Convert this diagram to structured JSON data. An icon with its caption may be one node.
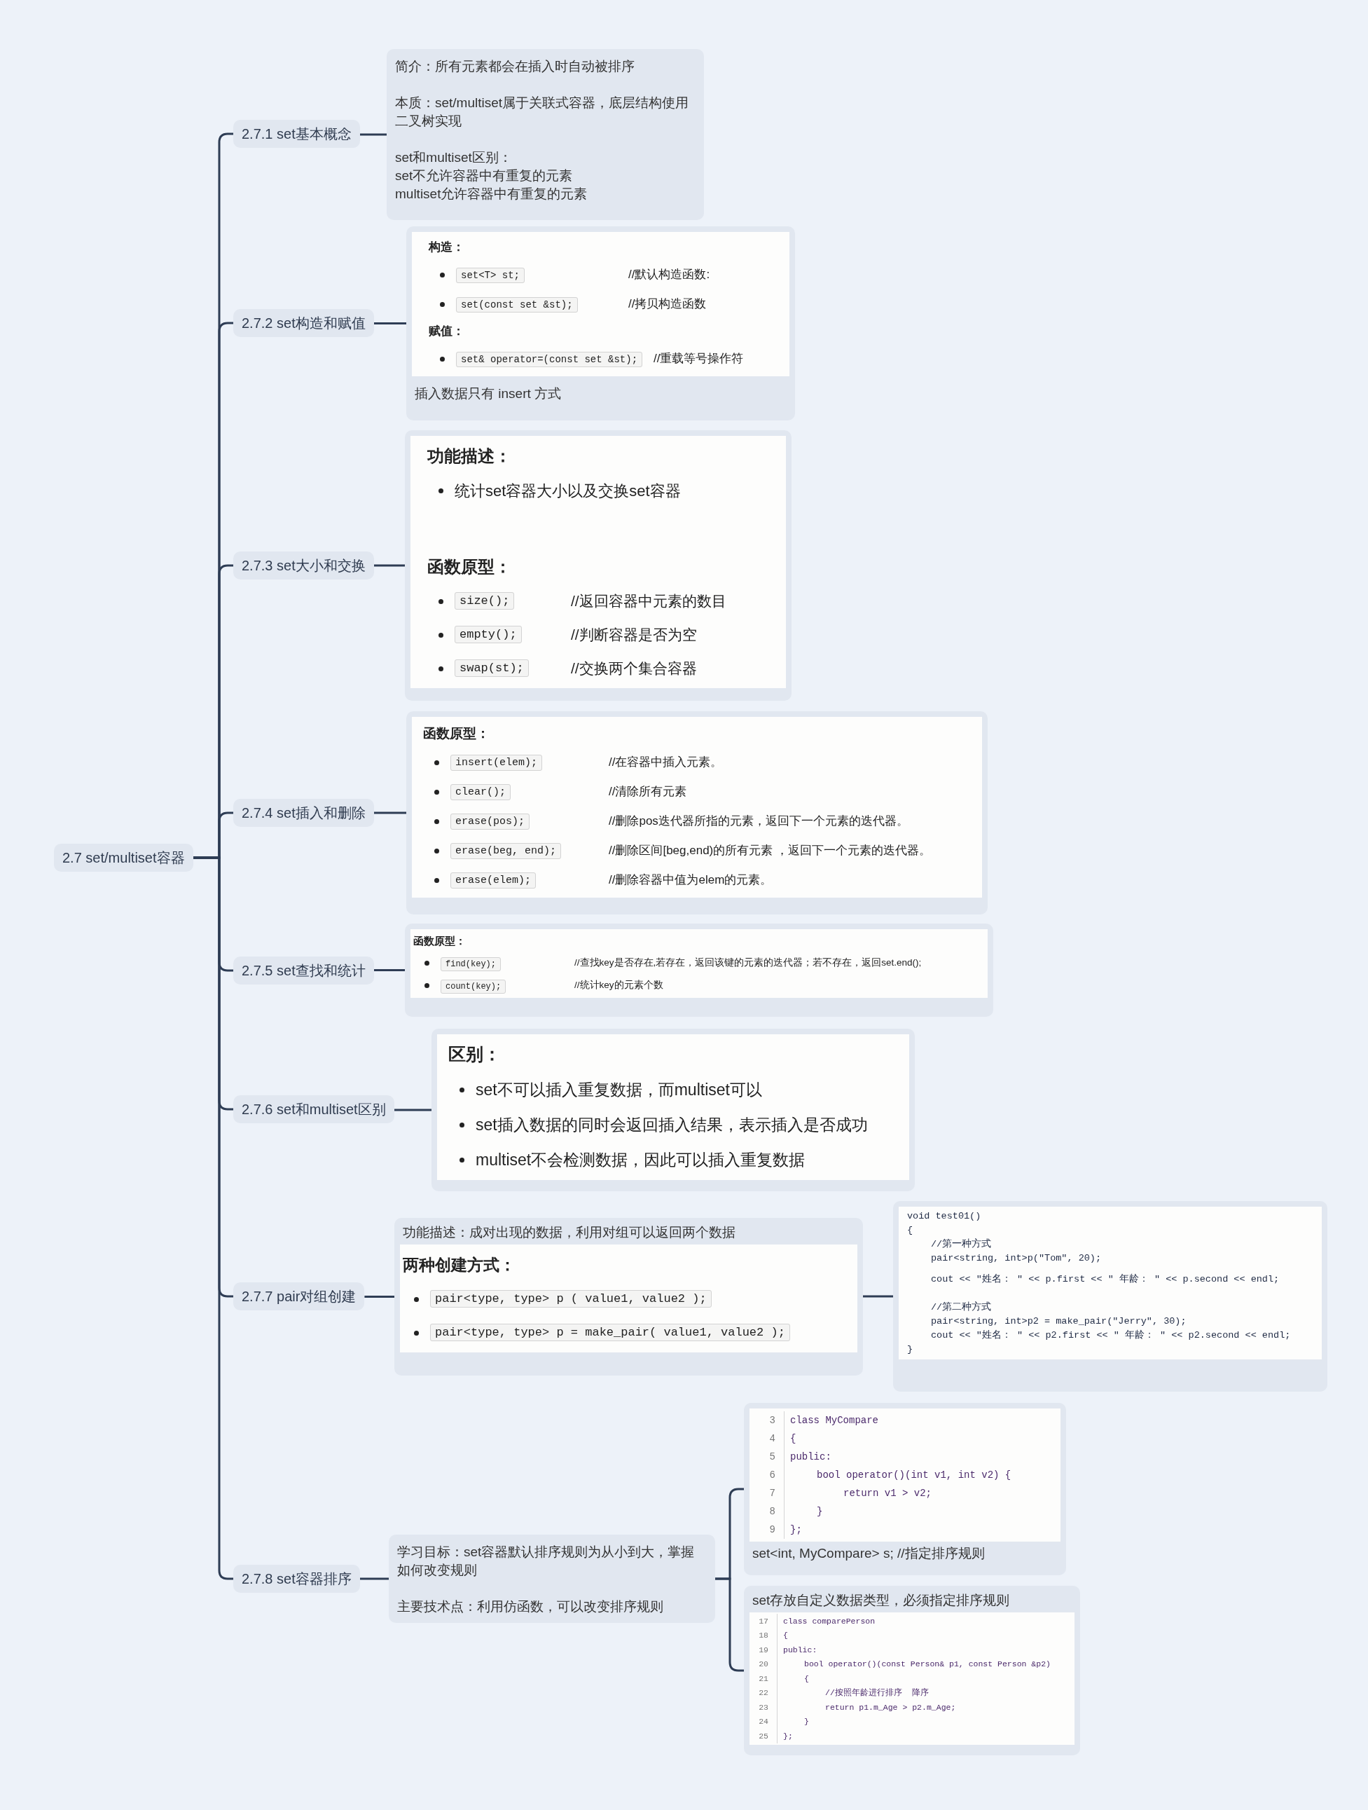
{
  "diagram": {
    "nodes": [
      {
        "text": [
          "2.7 set/multiset容器"
        ]
      },
      {
        "text": [
          "2.7.1 set基本概念"
        ]
      },
      {
        "text": [
          "简介：所有元素都会在插入时自动被排序",
          "本质：set/multiset属于关联式容器，底层结构使用二叉树实现",
          "set和multiset区别：",
          "set不允许容器中有重复的元素",
          "multiset允许容器中有重复的元素"
        ]
      },
      {
        "text": [
          "2.7.2 set构造和赋值"
        ]
      },
      {
        "text": [
          "插入数据只有 insert 方式"
        ]
      },
      {
        "text": [
          "构造：",
          "set<T> st;",
          "//默认构造函数:",
          "set(const set &st);",
          "//拷贝构造函数",
          "赋值：",
          "set& operator=(const set &st);",
          "//重载等号操作符"
        ],
        "in": 4
      },
      {
        "text": [
          "2.7.3 set大小和交换"
        ]
      },
      {
        "text": [],
        "shape": "box"
      },
      {
        "text": [
          "功能描述：",
          "统计set容器大小以及交换set容器",
          "函数原型：",
          "size();",
          "//返回容器中元素的数目",
          "empty();",
          "//判断容器是否为空",
          "swap(st);",
          "//交换两个集合容器"
        ],
        "in": 7
      },
      {
        "text": [
          "2.7.4 set插入和删除"
        ]
      },
      {
        "text": [],
        "shape": "box"
      },
      {
        "text": [
          "函数原型：",
          "insert(elem);",
          "//在容器中插入元素。",
          "clear();",
          "//清除所有元素",
          "erase(pos);",
          "//删除pos迭代器所指的元素，返回下一个元素的迭代器。",
          "erase(beg, end);",
          "//删除区间[beg,end)的所有元素 ，返回下一个元素的迭代器。",
          "erase(elem);",
          "//删除容器中值为elem的元素。"
        ],
        "in": 10
      },
      {
        "text": [
          "2.7.5 set查找和统计"
        ]
      },
      {
        "text": [],
        "shape": "box"
      },
      {
        "text": [
          "函数原型：",
          "find(key);",
          "//查找key是否存在,若存在，返回该键的元素的迭代器；若不存在，返回set.end();",
          "count(key);",
          "//统计key的元素个数"
        ],
        "in": 13
      },
      {
        "text": [
          "2.7.6 set和multiset区别"
        ]
      },
      {
        "text": [],
        "shape": "box"
      },
      {
        "text": [
          "区别：",
          "set不可以插入重复数据，而multiset可以",
          "set插入数据的同时会返回插入结果，表示插入是否成功",
          "multiset不会检测数据，因此可以插入重复数据"
        ],
        "in": 16
      },
      {
        "text": [
          "2.7.7 pair对组创建"
        ]
      },
      {
        "text": [
          "功能描述：成对出现的数据，利用对组可以返回两个数据"
        ]
      },
      {
        "text": [
          "两种创建方式：",
          "pair<type, type> p ( value1, value2 );",
          "pair<type, type> p = make_pair( value1, value2 );"
        ],
        "in": 19
      },
      {
        "text": [],
        "shape": "box"
      },
      {
        "text": [
          "void test01()",
          "{",
          "//第一种方式",
          "pair<string, int>p(\"Tom\", 20);",
          "cout << \"姓名： \" << p.first << \" 年龄： \" << p.second << endl;",
          "//第二种方式",
          "pair<string, int>p2 = make_pair(\"Jerry\", 30);",
          "cout << \"姓名： \" << p2.first << \" 年龄： \" << p2.second << endl;",
          "}"
        ],
        "in": 21
      },
      {
        "text": [
          "2.7.8 set容器排序"
        ]
      },
      {
        "text": [
          "学习目标：set容器默认排序规则为从小到大，掌握如何改变规则",
          "主要技术点：利用仿函数，可以改变排序规则"
        ]
      },
      {
        "text": [
          "set<int, MyCompare> s;  //指定排序规则"
        ]
      },
      {
        "text": [
          "3",
          "class MyCompare",
          "4",
          "{",
          "5",
          "public:",
          "6",
          "bool operator()(int v1, int v2) {",
          "7",
          "return v1 > v2;",
          "8",
          "}",
          "9",
          "};"
        ],
        "in": 25
      },
      {
        "text": [
          "set存放自定义数据类型，必须指定排序规则"
        ]
      },
      {
        "text": [
          "17",
          "class comparePerson",
          "18",
          "{",
          "19",
          "public:",
          "20",
          "bool operator()(const Person& p1, const Person &p2)",
          "21",
          "{",
          "22",
          "//按照年龄进行排序  降序",
          "23",
          "return p1.m_Age > p2.m_Age;",
          "24",
          "}",
          "25",
          "};"
        ],
        "in": 27
      }
    ],
    "edges": [
      {
        "from": 0,
        "to": 1,
        "arrow": "none"
      },
      {
        "from": 0,
        "to": 3,
        "arrow": "none"
      },
      {
        "from": 0,
        "to": 6,
        "arrow": "none"
      },
      {
        "from": 0,
        "to": 9,
        "arrow": "none"
      },
      {
        "from": 0,
        "to": 12,
        "arrow": "none"
      },
      {
        "from": 0,
        "to": 15,
        "arrow": "none"
      },
      {
        "from": 0,
        "to": 18,
        "arrow": "none"
      },
      {
        "from": 0,
        "to": 23,
        "arrow": "none"
      },
      {
        "from": 1,
        "to": 2,
        "arrow": "none"
      },
      {
        "from": 3,
        "to": 4,
        "arrow": "none"
      },
      {
        "from": 6,
        "to": 7,
        "arrow": "none"
      },
      {
        "from": 9,
        "to": 10,
        "arrow": "none"
      },
      {
        "from": 12,
        "to": 13,
        "arrow": "none"
      },
      {
        "from": 15,
        "to": 16,
        "arrow": "none"
      },
      {
        "from": 18,
        "to": 19,
        "arrow": "none"
      },
      {
        "from": 19,
        "to": 21,
        "arrow": "none"
      },
      {
        "from": 23,
        "to": 24,
        "arrow": "none"
      },
      {
        "from": 24,
        "to": 25,
        "arrow": "none"
      },
      {
        "from": 24,
        "to": 27,
        "arrow": "none"
      }
    ]
  }
}
